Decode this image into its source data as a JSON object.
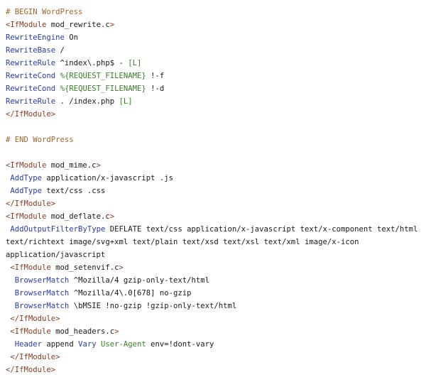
{
  "colors": {
    "comment": "#a0652c",
    "tag": "#8b3a1e",
    "directive": "#2a3ba8",
    "text": "#1a1a1a",
    "string": "#3a7f2a",
    "background": "#ffffff"
  },
  "lines": [
    [
      {
        "t": "comment",
        "v": "# BEGIN WordPress"
      }
    ],
    [
      {
        "t": "tag",
        "v": "<IfModule"
      },
      {
        "t": "text",
        "v": " mod_rewrite.c"
      },
      {
        "t": "tag",
        "v": ">"
      }
    ],
    [
      {
        "t": "dir",
        "v": "RewriteEngine"
      },
      {
        "t": "text",
        "v": " On"
      }
    ],
    [
      {
        "t": "dir",
        "v": "RewriteBase"
      },
      {
        "t": "text",
        "v": " /"
      }
    ],
    [
      {
        "t": "dir",
        "v": "RewriteRule"
      },
      {
        "t": "text",
        "v": " ^index\\.php$ - "
      },
      {
        "t": "str",
        "v": "[L]"
      }
    ],
    [
      {
        "t": "dir",
        "v": "RewriteCond"
      },
      {
        "t": "text",
        "v": " "
      },
      {
        "t": "var",
        "v": "%{REQUEST_FILENAME}"
      },
      {
        "t": "text",
        "v": " !-f"
      }
    ],
    [
      {
        "t": "dir",
        "v": "RewriteCond"
      },
      {
        "t": "text",
        "v": " "
      },
      {
        "t": "var",
        "v": "%{REQUEST_FILENAME}"
      },
      {
        "t": "text",
        "v": " !-d"
      }
    ],
    [
      {
        "t": "dir",
        "v": "RewriteRule"
      },
      {
        "t": "text",
        "v": " . /index.php "
      },
      {
        "t": "str",
        "v": "[L]"
      }
    ],
    [
      {
        "t": "tag",
        "v": "</IfModule>"
      }
    ],
    [
      {
        "t": "text",
        "v": ""
      }
    ],
    [
      {
        "t": "comment",
        "v": "# END WordPress"
      }
    ],
    [
      {
        "t": "text",
        "v": ""
      }
    ],
    [
      {
        "t": "tag",
        "v": "<IfModule"
      },
      {
        "t": "text",
        "v": " mod_mime.c"
      },
      {
        "t": "tag",
        "v": ">"
      }
    ],
    [
      {
        "t": "text",
        "v": " "
      },
      {
        "t": "dir",
        "v": "AddType"
      },
      {
        "t": "text",
        "v": " application/x-javascript .js"
      }
    ],
    [
      {
        "t": "text",
        "v": " "
      },
      {
        "t": "dir",
        "v": "AddType"
      },
      {
        "t": "text",
        "v": " text/css .css"
      }
    ],
    [
      {
        "t": "tag",
        "v": "</IfModule>"
      }
    ],
    [
      {
        "t": "tag",
        "v": "<IfModule"
      },
      {
        "t": "text",
        "v": " mod_deflate.c"
      },
      {
        "t": "tag",
        "v": ">"
      }
    ],
    [
      {
        "t": "text",
        "v": " "
      },
      {
        "t": "dir",
        "v": "AddOutputFilterByType"
      },
      {
        "t": "text",
        "v": " DEFLATE text/css application/x-javascript text/x-component text/html"
      }
    ],
    [
      {
        "t": "text",
        "v": "text/richtext image/svg+xml text/plain text/xsd text/xsl text/xml image/x-icon"
      }
    ],
    [
      {
        "t": "text",
        "v": "application/javascript"
      }
    ],
    [
      {
        "t": "text",
        "v": " "
      },
      {
        "t": "tag",
        "v": "<IfModule"
      },
      {
        "t": "text",
        "v": " mod_setenvif.c"
      },
      {
        "t": "tag",
        "v": ">"
      }
    ],
    [
      {
        "t": "text",
        "v": "  "
      },
      {
        "t": "dir",
        "v": "BrowserMatch"
      },
      {
        "t": "text",
        "v": " ^Mozilla/4 gzip-only-text/html"
      }
    ],
    [
      {
        "t": "text",
        "v": "  "
      },
      {
        "t": "dir",
        "v": "BrowserMatch"
      },
      {
        "t": "text",
        "v": " ^Mozilla/4\\.0[678] no-gzip"
      }
    ],
    [
      {
        "t": "text",
        "v": "  "
      },
      {
        "t": "dir",
        "v": "BrowserMatch"
      },
      {
        "t": "text",
        "v": " \\bMSIE !no-gzip !gzip-only-text/html"
      }
    ],
    [
      {
        "t": "text",
        "v": " "
      },
      {
        "t": "tag",
        "v": "</IfModule>"
      }
    ],
    [
      {
        "t": "text",
        "v": " "
      },
      {
        "t": "tag",
        "v": "<IfModule"
      },
      {
        "t": "text",
        "v": " mod_headers.c"
      },
      {
        "t": "tag",
        "v": ">"
      }
    ],
    [
      {
        "t": "text",
        "v": "  "
      },
      {
        "t": "dir",
        "v": "Header"
      },
      {
        "t": "text",
        "v": " append "
      },
      {
        "t": "dir",
        "v": "Vary"
      },
      {
        "t": "text",
        "v": " "
      },
      {
        "t": "str",
        "v": "User-Agent"
      },
      {
        "t": "text",
        "v": " env=!dont-vary"
      }
    ],
    [
      {
        "t": "text",
        "v": " "
      },
      {
        "t": "tag",
        "v": "</IfModule>"
      }
    ],
    [
      {
        "t": "tag",
        "v": "</IfModule>"
      }
    ]
  ]
}
